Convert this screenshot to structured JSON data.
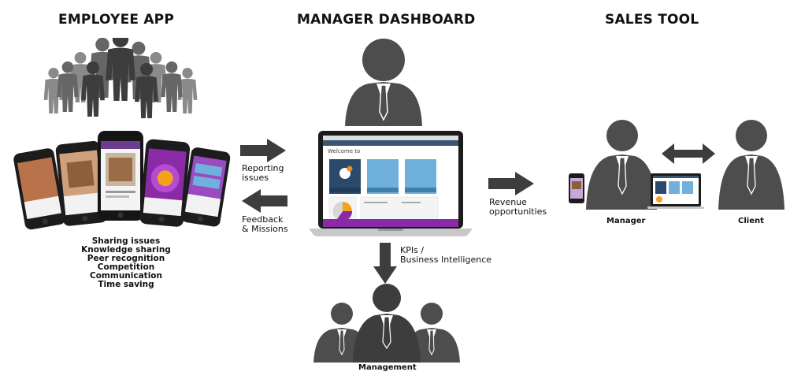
{
  "titles": {
    "employee_app": "EMPLOYEE APP",
    "manager_dashboard": "MANAGER DASHBOARD",
    "sales_tool": "SALES TOOL"
  },
  "arrows": {
    "reporting": "Reporting\nissues",
    "feedback": "Feedback\n& Missions",
    "revenue": "Revenue\nopportunities",
    "kpis": "KPIs /\nBusiness Intelligence"
  },
  "benefits": [
    "Sharing issues",
    "Knowledge sharing",
    "Peer recognition",
    "Competition",
    "Communication",
    "Time saving"
  ],
  "captions": {
    "manager": "Manager",
    "client": "Client",
    "management": "Management"
  },
  "dashboard_screen": {
    "welcome": "Welcome to"
  },
  "colors": {
    "silhouette": "#4d4d4d",
    "silhouette_light": "#777777",
    "arrow": "#3d3d3d",
    "screen_dark": "#2b4a6b",
    "tile_blue": "#6fb1dc",
    "purple": "#7a3ea0"
  }
}
